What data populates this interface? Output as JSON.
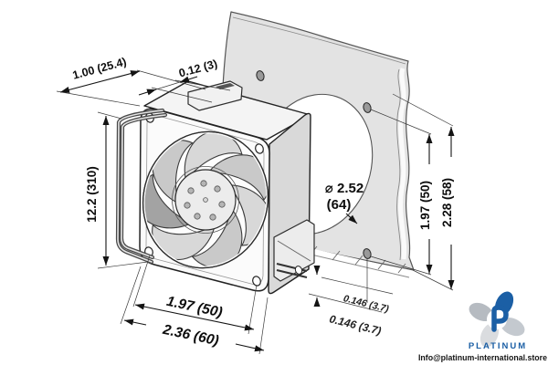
{
  "figure": {
    "type": "technical-drawing",
    "subject": "axial fan isometric view with mounting plate cutout"
  },
  "dimensions": {
    "fan_depth": "1.00 (25.4)",
    "spacer_thickness": "0.12 (3)",
    "lead_length": "12.2 (310)",
    "cutout_dia": "⌀ 2.52",
    "cutout_dia_mm": "(64)",
    "hole_spacing_v": "1.97 (50)",
    "plate_height": "2.28 (58)",
    "hole_spacing_h": "1.97 (50)",
    "frame_size": "2.36 (60)",
    "offset_upper": "0.146 (3.7)",
    "offset_lower": "0.146 (3.7)"
  },
  "branding": {
    "name": "PLATINUM",
    "email": "Info@platinum-international.store"
  },
  "colors": {
    "line": "#141414",
    "plate": "#e3e3e3",
    "fan_side": "#d9d9d9",
    "fan_top": "#f4f4f4",
    "face": "#fbfbfb",
    "blade": "#c9c9c9",
    "blade_alt": "#d8d8d8",
    "blade_dark": "#a3a3a3",
    "hub": "#ececec",
    "brand_blue": "#1b5fa5",
    "petal_gray1": "#c4c9cf",
    "petal_gray2": "#dadcdf",
    "petal_gray3": "#b6bbc1"
  }
}
